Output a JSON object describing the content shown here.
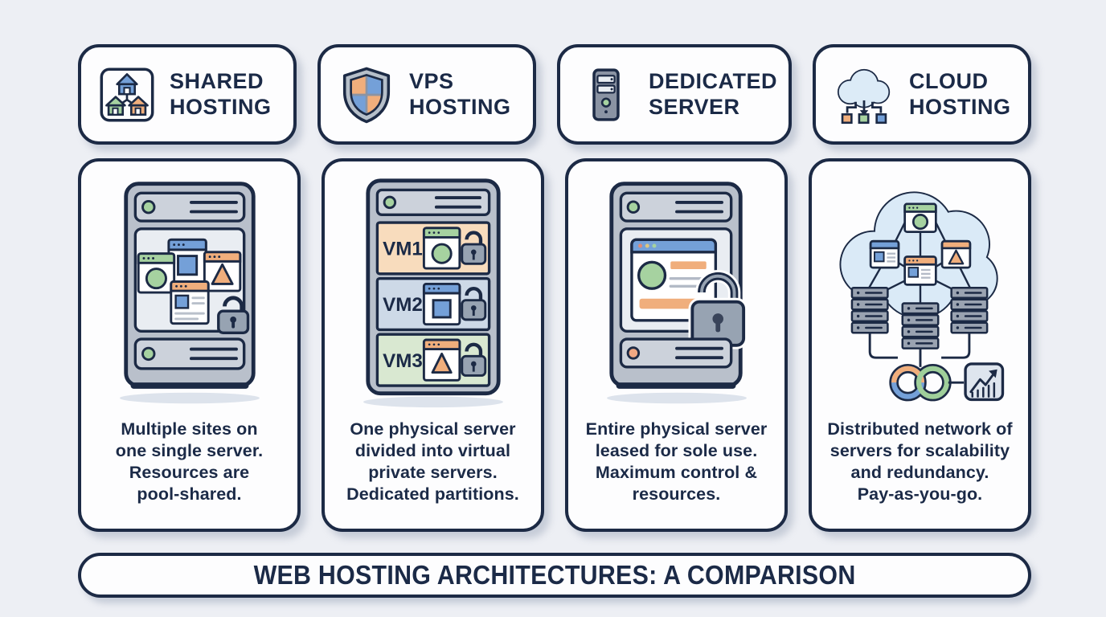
{
  "banner": {
    "title": "WEB HOSTING ARCHITECTURES: A COMPARISON"
  },
  "columns": [
    {
      "key": "shared-hosting",
      "header": {
        "title": "SHARED\nHOSTING",
        "icon": "houses-network-icon"
      },
      "illustration": "shared-server-with-multiple-sites-and-lock",
      "description": "Multiple sites on\none single server.\nResources are\npool-shared."
    },
    {
      "key": "vps-hosting",
      "header": {
        "title": "VPS\nHOSTING",
        "icon": "quartered-shield-icon"
      },
      "illustration": "server-partitioned-into-virtual-machines",
      "vm_labels": [
        "VM1",
        "VM2",
        "VM3"
      ],
      "description": "One physical server\ndivided into virtual\nprivate servers.\nDedicated partitions."
    },
    {
      "key": "dedicated-server",
      "header": {
        "title": "DEDICATED\nSERVER",
        "icon": "server-tower-icon"
      },
      "illustration": "single-site-server-with-large-lock",
      "description": "Entire physical server\nleased for sole use.\nMaximum control &\nresources."
    },
    {
      "key": "cloud-hosting",
      "header": {
        "title": "CLOUD\nHOSTING",
        "icon": "cloud-distribution-icon"
      },
      "illustration": "cloud-network-of-sites-and-servers-infinity-scaling",
      "description": "Distributed network of\nservers for scalability\nand redundancy.\nPay-as-you-go."
    }
  ],
  "colors": {
    "background": "#edeff4",
    "outline_navy": "#1c2a45",
    "text_navy": "#1b2a47",
    "blue": "#74a0d8",
    "green": "#a6d2a0",
    "orange": "#f0ae7c",
    "tower_gray": "#b9c0cb",
    "bar_gray": "#ccd2db",
    "panel_light": "#e9edf2",
    "lock_gray": "#97a3b2",
    "vm1_row": "#f8dcbd",
    "vm2_row": "#cdd9e7",
    "vm3_row": "#d9e8d1",
    "cloud_fill": "#daeaf7"
  }
}
